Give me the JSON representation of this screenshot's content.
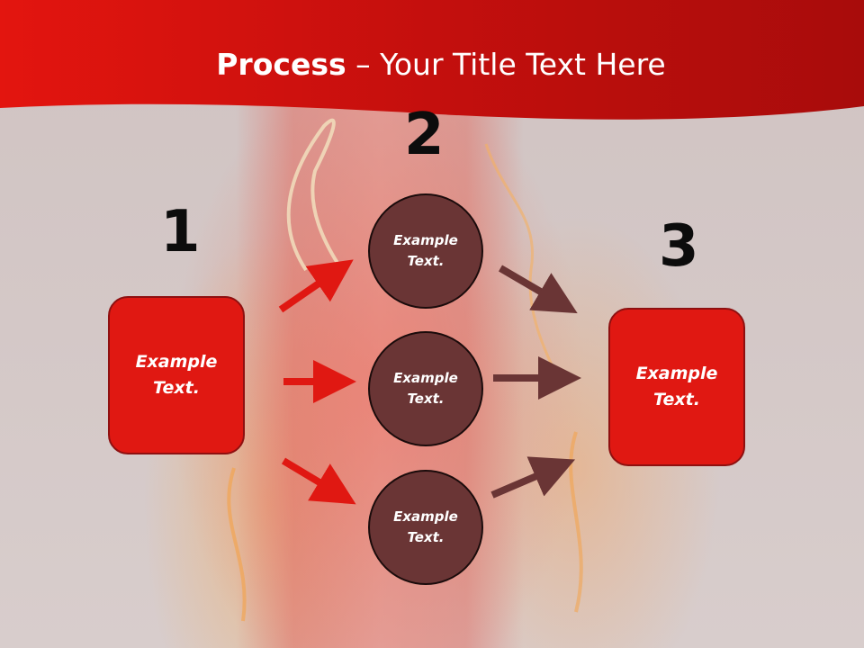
{
  "slide": {
    "title_bold": "Process",
    "title_rest": " – Your Title Text Here"
  },
  "steps": {
    "n1": "1",
    "n2": "2",
    "n3": "3"
  },
  "left_box": {
    "line1": "Example",
    "line2": "Text."
  },
  "right_box": {
    "line1": "Example",
    "line2": "Text."
  },
  "circles": [
    {
      "line1": "Example",
      "line2": "Text."
    },
    {
      "line1": "Example",
      "line2": "Text."
    },
    {
      "line1": "Example",
      "line2": "Text."
    }
  ],
  "colors": {
    "header_red": "#c8100e",
    "box_red": "#e01812",
    "circle_brown": "#6a3535",
    "arrow_red": "#e01812",
    "arrow_brown": "#6a3535"
  }
}
